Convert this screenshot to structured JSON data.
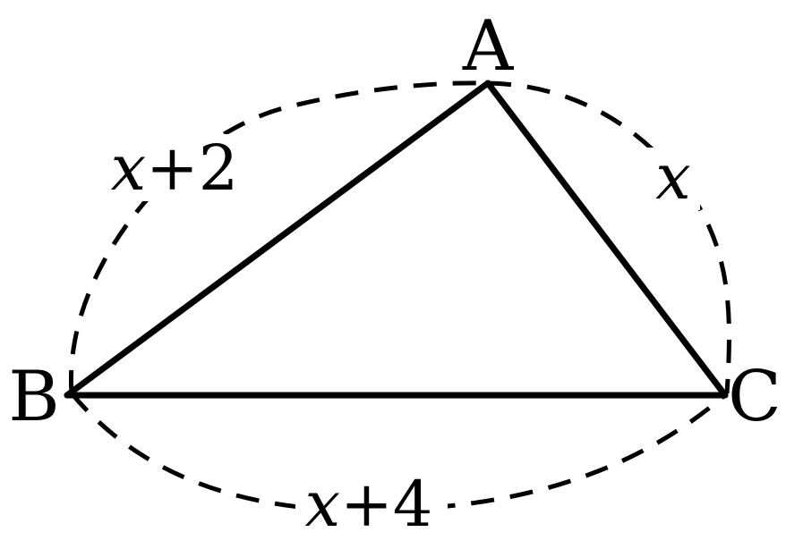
{
  "vertices": {
    "a": "A",
    "b": "B",
    "c": "C"
  },
  "sides": {
    "ab": {
      "variable": "x",
      "rest": "+2"
    },
    "ac": {
      "variable": "x",
      "rest": ""
    },
    "bc": {
      "variable": "x",
      "rest": "+4"
    }
  },
  "colors": {
    "stroke": "#000000",
    "background": "#ffffff"
  }
}
